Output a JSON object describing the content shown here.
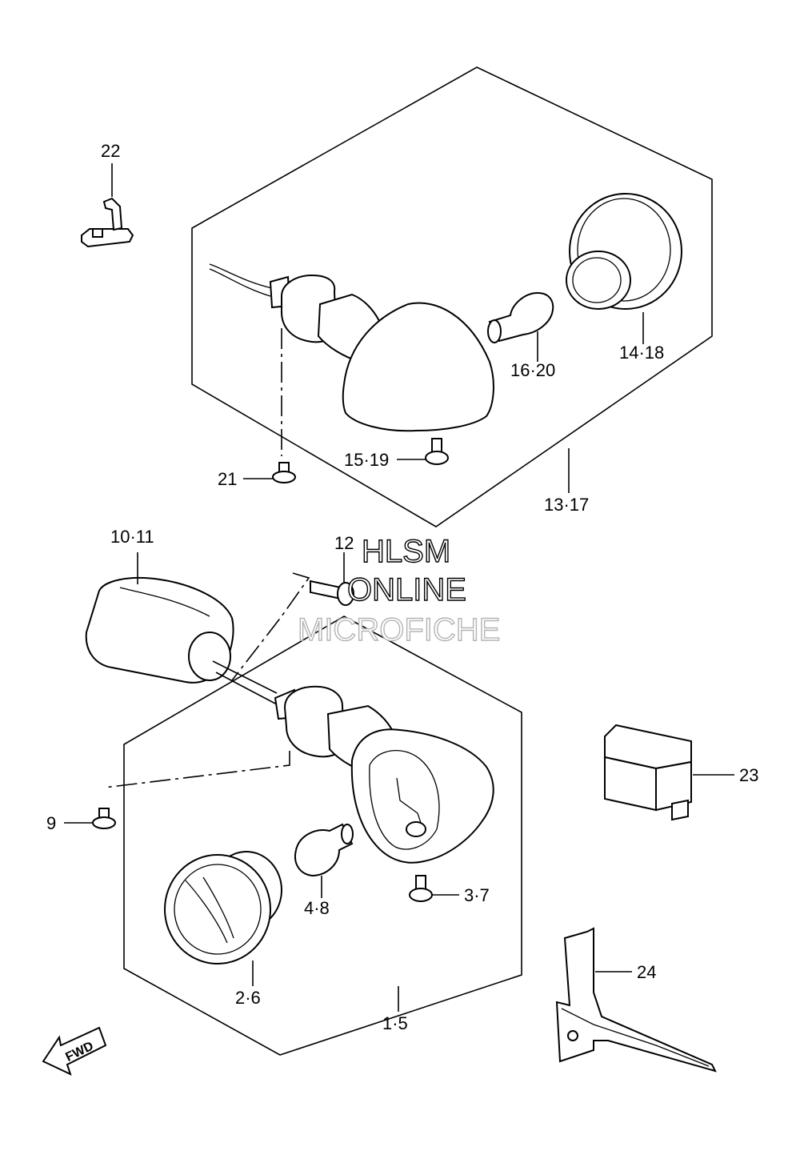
{
  "labels": {
    "p22": "22",
    "p16_20": "16·20",
    "p14_18": "14·18",
    "p15_19": "15·19",
    "p21": "21",
    "p13_17": "13·17",
    "p10_11": "10·11",
    "p12": "12",
    "p9": "9",
    "p23": "23",
    "p4_8": "4·8",
    "p3_7": "3·7",
    "p24": "24",
    "p2_6": "2·6",
    "p1_5": "1·5"
  },
  "watermark": {
    "line1": "HLSM",
    "line2": "ONLINE",
    "line3": "MICROFICHE"
  },
  "fwd_label": "FWD"
}
